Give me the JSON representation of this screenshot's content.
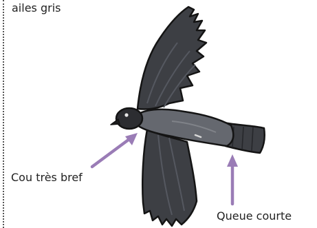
{
  "labels": {
    "top": "ailes gris",
    "neck": "Cou très bref",
    "tail": "Queue courte"
  },
  "colors": {
    "wing": "#3d3f44",
    "body": "#65686f",
    "outline": "#141414",
    "arrow": "#9a7cb6"
  }
}
